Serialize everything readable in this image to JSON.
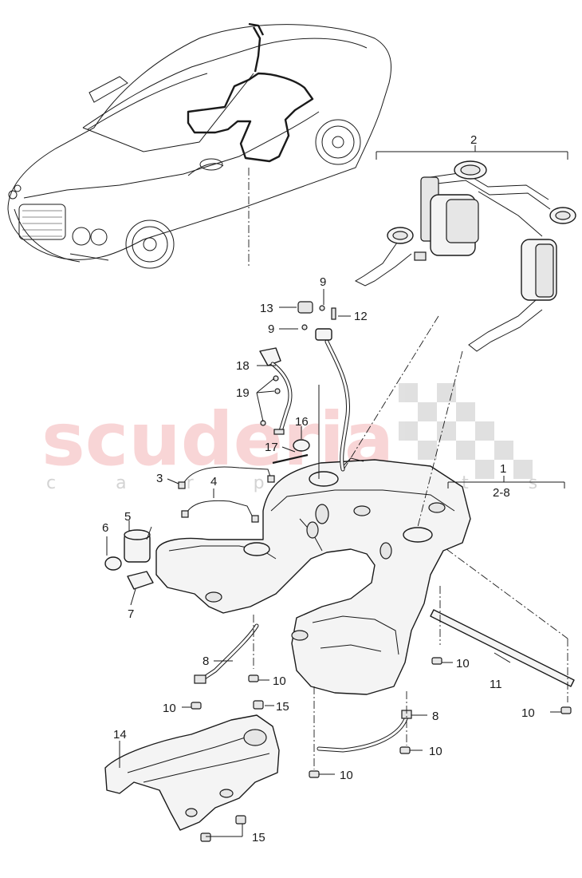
{
  "watermark": {
    "brand": "scuderia",
    "tagline": "c a r p a r t s"
  },
  "callouts": [
    {
      "id": "c1",
      "text": "1"
    },
    {
      "id": "c1-range",
      "text": "2-8"
    },
    {
      "id": "c2",
      "text": "2"
    },
    {
      "id": "c3",
      "text": "3"
    },
    {
      "id": "c4",
      "text": "4"
    },
    {
      "id": "c5",
      "text": "5"
    },
    {
      "id": "c6",
      "text": "6"
    },
    {
      "id": "c7",
      "text": "7"
    },
    {
      "id": "c8a",
      "text": "8"
    },
    {
      "id": "c8b",
      "text": "8"
    },
    {
      "id": "c9a",
      "text": "9"
    },
    {
      "id": "c9b",
      "text": "9"
    },
    {
      "id": "c10a",
      "text": "10"
    },
    {
      "id": "c10b",
      "text": "10"
    },
    {
      "id": "c10c",
      "text": "10"
    },
    {
      "id": "c10d",
      "text": "10"
    },
    {
      "id": "c10e",
      "text": "10"
    },
    {
      "id": "c10f",
      "text": "10"
    },
    {
      "id": "c11",
      "text": "11"
    },
    {
      "id": "c12",
      "text": "12"
    },
    {
      "id": "c13",
      "text": "13"
    },
    {
      "id": "c14",
      "text": "14"
    },
    {
      "id": "c15a",
      "text": "15"
    },
    {
      "id": "c15b",
      "text": "15"
    },
    {
      "id": "c16",
      "text": "16"
    },
    {
      "id": "c17",
      "text": "17"
    },
    {
      "id": "c18",
      "text": "18"
    },
    {
      "id": "c19",
      "text": "19"
    }
  ]
}
